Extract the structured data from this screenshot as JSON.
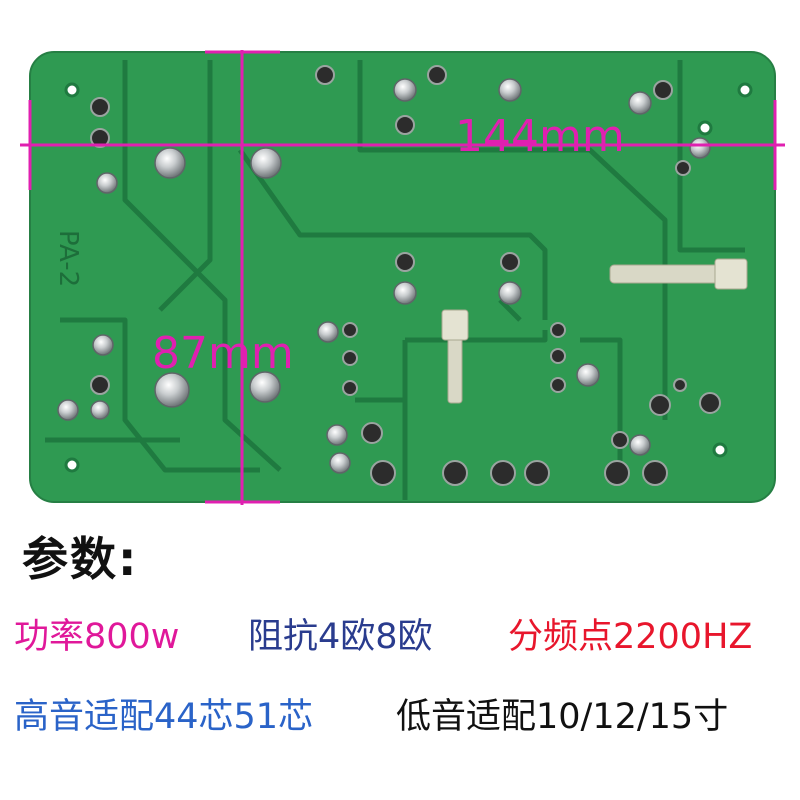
{
  "image": {
    "board_silkscreen": "PA-2",
    "width_label": "144mm",
    "height_label": "87mm",
    "colors": {
      "pcb": "#2f9a52",
      "trace": "#1f7a40",
      "dimension_line": "#e020b0",
      "solder": "#b9bdbf"
    }
  },
  "specs": {
    "heading": "参数:",
    "power": "功率800w",
    "impedance": "阻抗4欧8欧",
    "crossover": "分频点2200HZ",
    "tweeter": "高音适配44芯51芯",
    "woofer": "低音适配10/12/15寸",
    "colors": {
      "power": "#e0189a",
      "impedance": "#2a3c8e",
      "crossover": "#e8162c",
      "tweeter": "#2a63c8",
      "woofer": "#111111"
    }
  }
}
